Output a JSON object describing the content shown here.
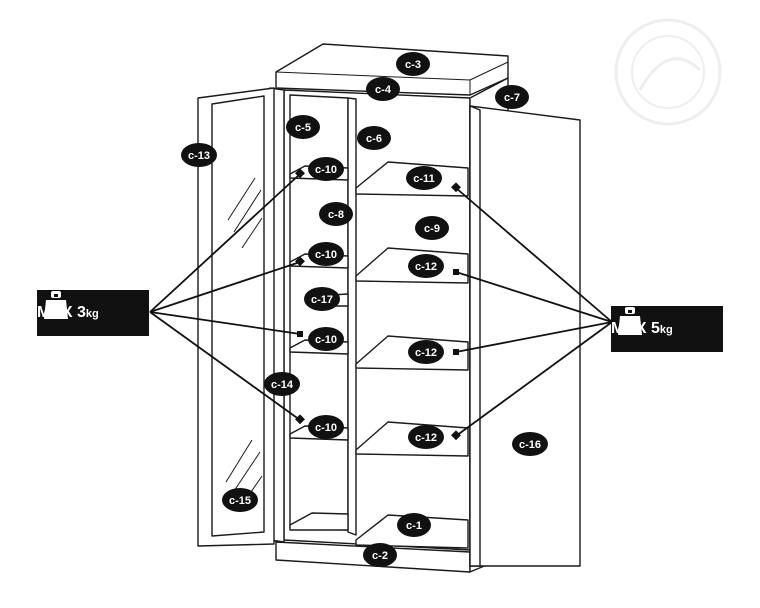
{
  "labels": {
    "c1": "c-1",
    "c2": "c-2",
    "c3": "c-3",
    "c4": "c-4",
    "c5": "c-5",
    "c6": "c-6",
    "c7": "c-7",
    "c8": "c-8",
    "c9": "c-9",
    "c10": "c-10",
    "c11": "c-11",
    "c12": "c-12",
    "c13": "c-13",
    "c14": "c-14",
    "c15": "c-15",
    "c16": "c-16",
    "c17": "c-17"
  },
  "load_left": {
    "prefix": "MAX ",
    "value": "3",
    "unit": "kg",
    "icon": "weight-icon"
  },
  "load_right": {
    "prefix": "MAX ",
    "value": "5",
    "unit": "kg",
    "icon": "weight-icon"
  },
  "colors": {
    "ink": "#111111",
    "paper": "#ffffff"
  }
}
